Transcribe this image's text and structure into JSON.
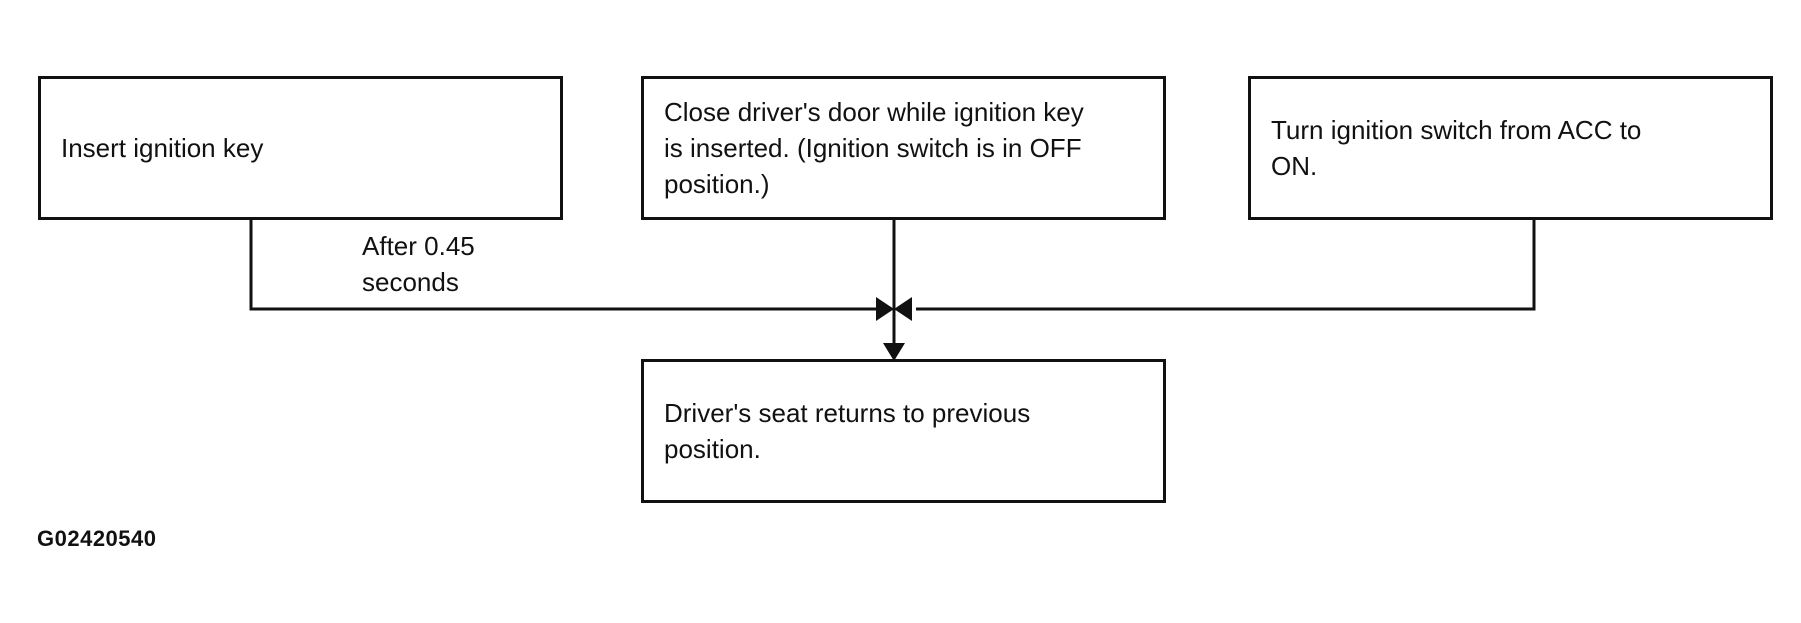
{
  "boxes": {
    "insert_key": "Insert ignition key",
    "close_door": "Close driver's door while ignition key\nis inserted. (Ignition switch is in OFF\nposition.)",
    "turn_switch": "Turn ignition switch from ACC to\nON.",
    "seat_returns": "Driver's seat returns to previous\nposition."
  },
  "labels": {
    "delay": "After 0.45\nseconds"
  },
  "figure_id": "G02420540",
  "colors": {
    "line": "#111111",
    "background": "#ffffff"
  }
}
